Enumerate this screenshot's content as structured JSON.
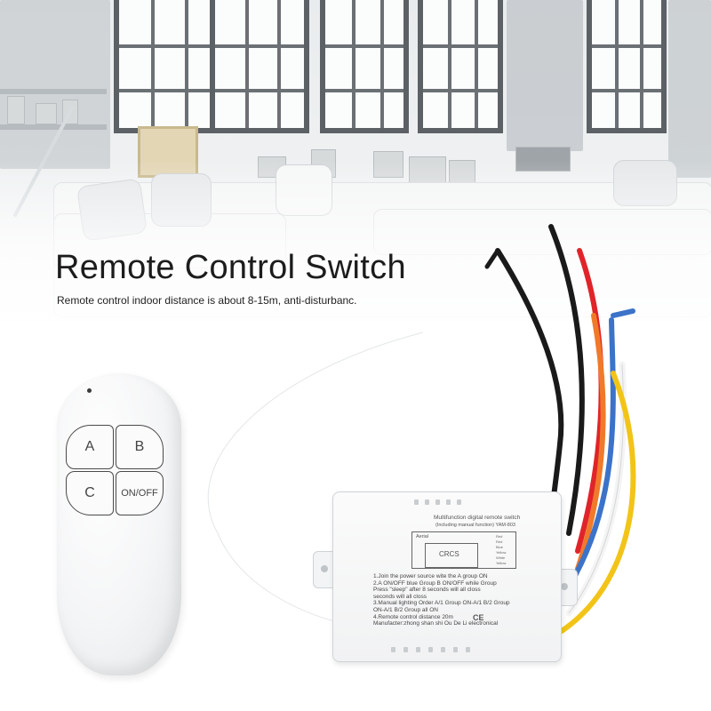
{
  "headline": {
    "title": "Remote Control Switch",
    "subtitle": "Remote control indoor distance is about 8-15m, anti-disturbanc."
  },
  "remote": {
    "buttons": [
      "A",
      "B",
      "C",
      "ON/OFF"
    ]
  },
  "receiver": {
    "header_line1": "Multifunction digital remote switch",
    "header_line2": "(Including manual function)  YAM-803",
    "aerial_label": "Aerial",
    "chip_label": "CRCS",
    "pin_labels": [
      "Red",
      "Red",
      "Blue",
      "Yellow",
      "White",
      "Yellow"
    ],
    "instructions": [
      "1.Join the power source wite the A group ON",
      "2.A ON/OFF blue Group B ON/OFF while Group",
      "  Press \"sleep\" after 8 seconds will all closs",
      "  seconds will all closs",
      "3.Manual lighting Order A/1 Group ON-A/1 B/2 Group",
      "  ON-A/1 B/2 Group all ON",
      "4.Remote control distance 20m",
      "  Manufacter:zhong shan shi Ou De Li electronical"
    ],
    "ce_mark": "CE"
  },
  "colors": {
    "wire_black": "#1a1a1a",
    "wire_red": "#e0242a",
    "wire_blue": "#3c73c9",
    "wire_yellow": "#f2c418",
    "wire_white": "#f4f4f4",
    "wire_orange": "#f07a2a"
  }
}
